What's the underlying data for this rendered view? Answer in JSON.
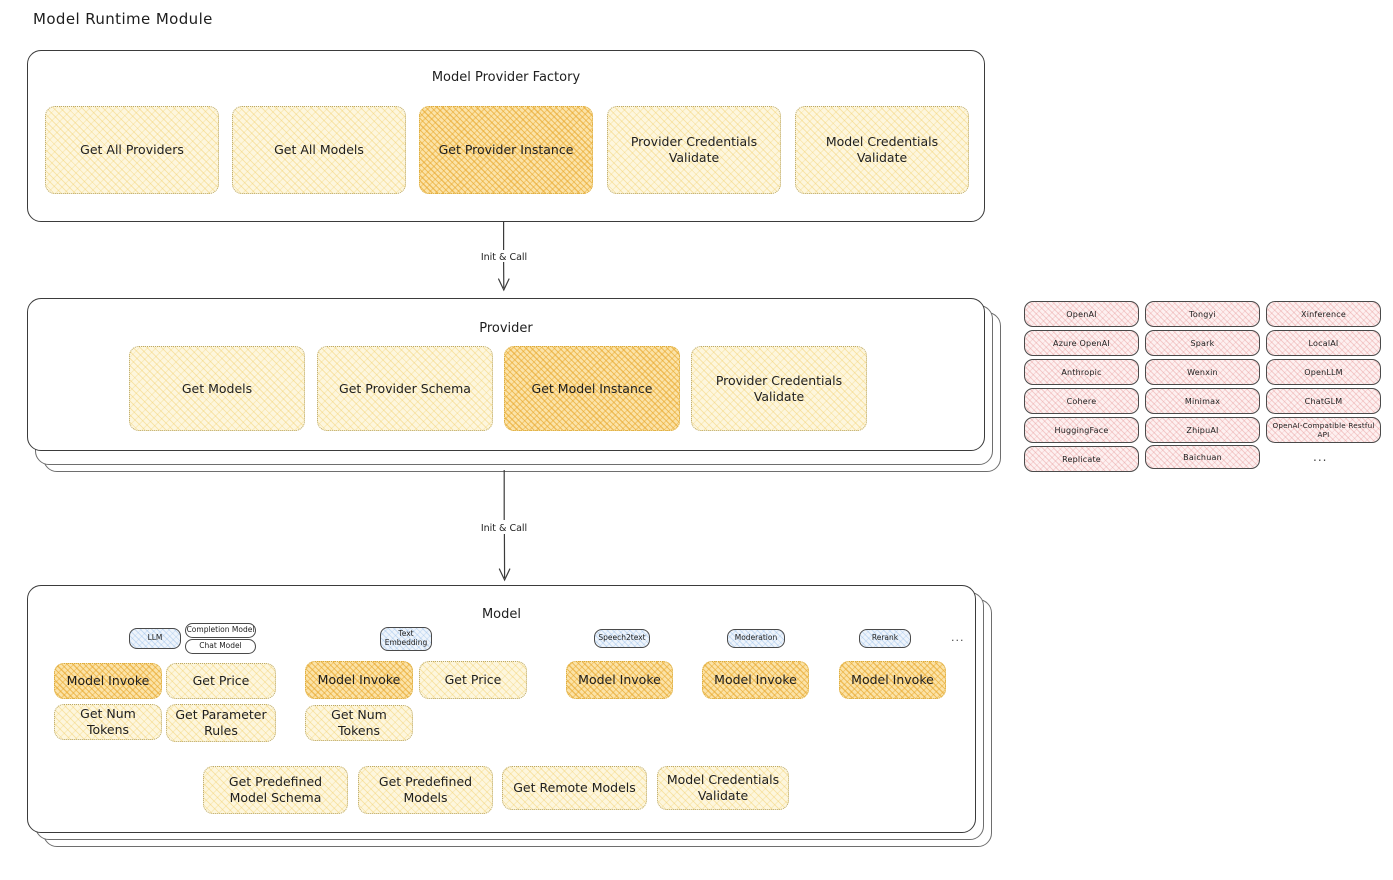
{
  "page_title": "Model Runtime Module",
  "factory": {
    "title": "Model Provider Factory",
    "nodes": [
      {
        "label": "Get All Providers",
        "highlight": false
      },
      {
        "label": "Get All Models",
        "highlight": false
      },
      {
        "label": "Get Provider Instance",
        "highlight": true
      },
      {
        "label": "Provider Credentials Validate",
        "highlight": false
      },
      {
        "label": "Model Credentials Validate",
        "highlight": false
      }
    ]
  },
  "arrow1": {
    "label": "Init & Call"
  },
  "provider": {
    "title": "Provider",
    "nodes": [
      {
        "label": "Get Models",
        "highlight": false
      },
      {
        "label": "Get Provider Schema",
        "highlight": false
      },
      {
        "label": "Get Model Instance",
        "highlight": true
      },
      {
        "label": "Provider Credentials Validate",
        "highlight": false
      }
    ]
  },
  "arrow2": {
    "label": "Init & Call"
  },
  "provider_list": {
    "columns": [
      [
        "OpenAI",
        "Azure OpenAI",
        "Anthropic",
        "Cohere",
        "HuggingFace",
        "Replicate"
      ],
      [
        "Tongyi",
        "Spark",
        "Wenxin",
        "Minimax",
        "ZhipuAI",
        "Baichuan"
      ],
      [
        "Xinference",
        "LocalAI",
        "OpenLLM",
        "ChatGLM",
        "OpenAI-Compatible Restful API"
      ]
    ],
    "more": "..."
  },
  "model": {
    "title": "Model",
    "more": "...",
    "types": [
      {
        "badge": "LLM",
        "sub_badges": [
          "Completion Model",
          "Chat Model"
        ],
        "nodes": [
          {
            "label": "Model Invoke",
            "highlight": true
          },
          {
            "label": "Get Price",
            "highlight": false
          },
          {
            "label": "Get Num Tokens",
            "highlight": false
          },
          {
            "label": "Get Parameter Rules",
            "highlight": false
          }
        ]
      },
      {
        "badge": "Text Embedding",
        "sub_badges": [],
        "nodes": [
          {
            "label": "Model Invoke",
            "highlight": true
          },
          {
            "label": "Get Price",
            "highlight": false
          },
          {
            "label": "Get Num Tokens",
            "highlight": false
          }
        ]
      },
      {
        "badge": "Speech2text",
        "sub_badges": [],
        "nodes": [
          {
            "label": "Model Invoke",
            "highlight": true
          }
        ]
      },
      {
        "badge": "Moderation",
        "sub_badges": [],
        "nodes": [
          {
            "label": "Model Invoke",
            "highlight": true
          }
        ]
      },
      {
        "badge": "Rerank",
        "sub_badges": [],
        "nodes": [
          {
            "label": "Model Invoke",
            "highlight": true
          }
        ]
      }
    ],
    "common_nodes": [
      {
        "label": "Get Predefined Model Schema"
      },
      {
        "label": "Get Predefined Models"
      },
      {
        "label": "Get Remote Models"
      },
      {
        "label": "Model Credentials Validate"
      }
    ]
  },
  "colors": {
    "node_fill": "#fdf6dd",
    "node_highlight_fill": "#fbe3a8",
    "pill_fill": "#fdf0f0",
    "badge_fill": "#eef4fb",
    "stroke": "#1e1e1e"
  }
}
